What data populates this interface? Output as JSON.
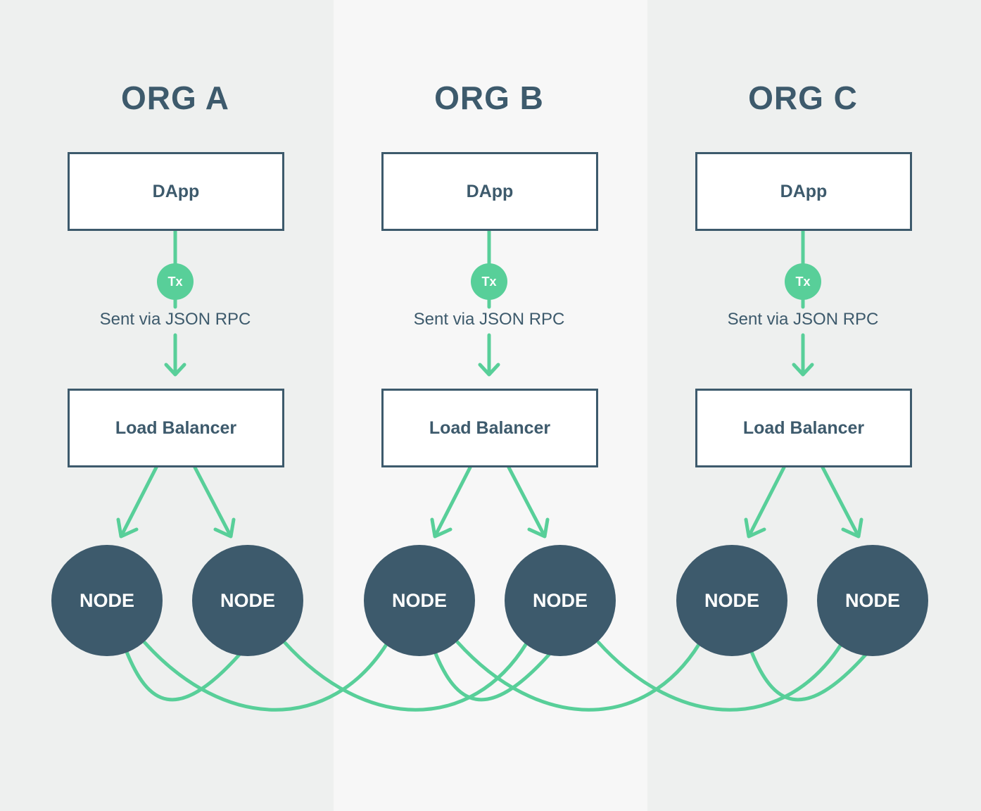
{
  "colors": {
    "primary": "#3d5a6c",
    "accent": "#58cf99",
    "column_light": "#eef0ef",
    "column_middle": "#f7f7f7"
  },
  "orgs": [
    {
      "title": "ORG A",
      "dapp_label": "DApp",
      "tx_label": "Tx",
      "transport_label": "Sent via JSON RPC",
      "lb_label": "Load Balancer",
      "nodes": [
        "NODE",
        "NODE"
      ]
    },
    {
      "title": "ORG B",
      "dapp_label": "DApp",
      "tx_label": "Tx",
      "transport_label": "Sent via JSON RPC",
      "lb_label": "Load Balancer",
      "nodes": [
        "NODE",
        "NODE"
      ]
    },
    {
      "title": "ORG C",
      "dapp_label": "DApp",
      "tx_label": "Tx",
      "transport_label": "Sent via JSON RPC",
      "lb_label": "Load Balancer",
      "nodes": [
        "NODE",
        "NODE"
      ]
    }
  ]
}
